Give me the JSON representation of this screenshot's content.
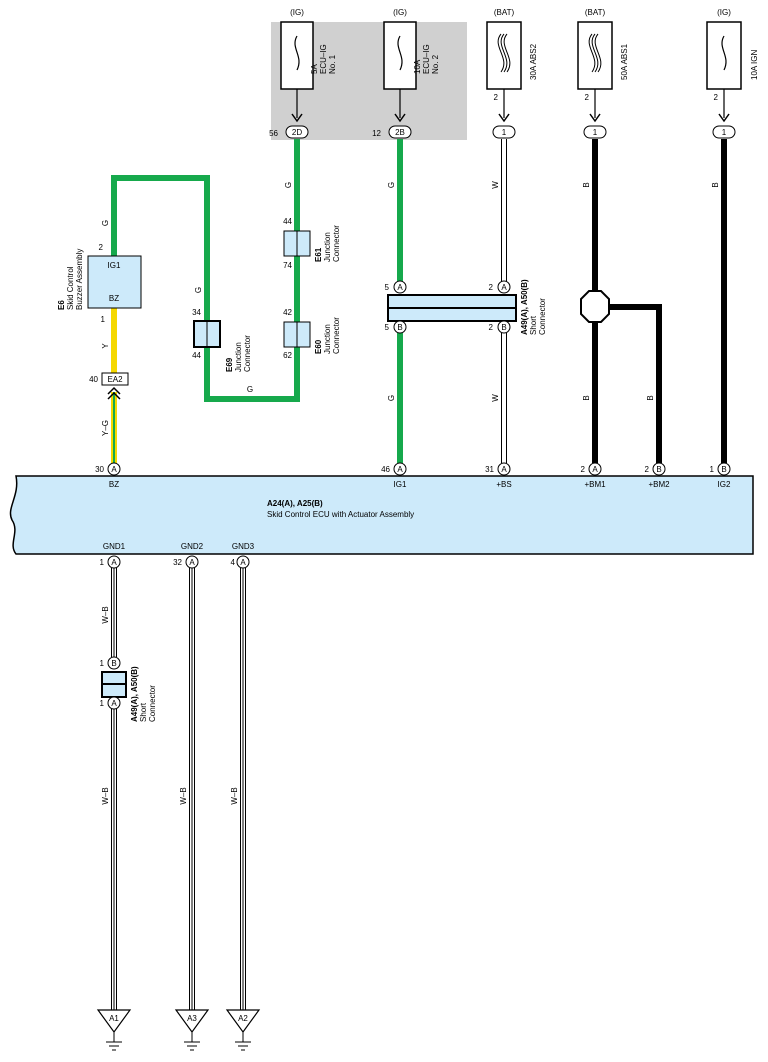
{
  "fuses": [
    {
      "source": "(IG)",
      "rating": "5A",
      "name1": "ECU–IG",
      "name2": "No. 1",
      "terminal": "56",
      "connector": "2D"
    },
    {
      "source": "(IG)",
      "rating": "10A",
      "name1": "ECU–IG",
      "name2": "No. 2",
      "terminal": "12",
      "connector": "2B"
    },
    {
      "source": "(BAT)",
      "rating": "30A ABS2",
      "pin": "2",
      "terminal": "1"
    },
    {
      "source": "(BAT)",
      "rating": "50A ABS1",
      "pin": "2",
      "terminal": "1"
    },
    {
      "source": "(IG)",
      "rating": "10A IGN",
      "pin": "2",
      "terminal": "1"
    }
  ],
  "wire_colors": {
    "g": "G",
    "w": "W",
    "b": "B",
    "y": "Y",
    "yg": "Y–G",
    "wb": "W–B"
  },
  "buzzer": {
    "code": "E6",
    "name1": "Skid Control",
    "name2": "Buzzer Assembly",
    "pin_top_label": "IG1",
    "pin_bottom_label": "BZ",
    "pin_top": "2",
    "pin_bottom": "1"
  },
  "ea2": {
    "pin": "40",
    "name": "EA2"
  },
  "junctions": [
    {
      "code": "E69",
      "name1": "Junction",
      "name2": "Connector",
      "pin_top": "34",
      "pin_bottom": "44"
    },
    {
      "code": "E61",
      "name1": "Junction",
      "name2": "Connector",
      "pin_top": "44",
      "pin_bottom": "74"
    },
    {
      "code": "E60",
      "name1": "Junction",
      "name2": "Connector",
      "pin_top": "42",
      "pin_bottom": "62"
    }
  ],
  "short_top": {
    "code": "A49(A), A50(B)",
    "name1": "Short",
    "name2": "Connector",
    "left_top_pin": "5",
    "left_top_letter": "A",
    "left_bottom_pin": "5",
    "left_bottom_letter": "B",
    "right_top_pin": "2",
    "right_top_letter": "A",
    "right_bottom_pin": "2",
    "right_bottom_letter": "B"
  },
  "short_bottom": {
    "code": "A49(A), A50(B)",
    "name1": "Short",
    "name2": "Connector",
    "top_pin": "1",
    "top_letter": "B",
    "bottom_pin": "1",
    "bottom_letter": "A"
  },
  "ecu": {
    "code": "A24(A), A25(B)",
    "name": "Skid Control ECU with Actuator Assembly",
    "top_pins": [
      {
        "num": "30",
        "letter": "A",
        "label": "BZ"
      },
      {
        "num": "46",
        "letter": "A",
        "label": "IG1"
      },
      {
        "num": "31",
        "letter": "A",
        "label": "+BS"
      },
      {
        "num": "2",
        "letter": "A",
        "label": "+BM1"
      },
      {
        "num": "2",
        "letter": "B",
        "label": "+BM2"
      },
      {
        "num": "1",
        "letter": "B",
        "label": "IG2"
      }
    ],
    "bottom_pins": [
      {
        "num": "1",
        "letter": "A",
        "label": "GND1"
      },
      {
        "num": "32",
        "letter": "A",
        "label": "GND2"
      },
      {
        "num": "4",
        "letter": "A",
        "label": "GND3"
      }
    ]
  },
  "grounds": [
    "A1",
    "A3",
    "A2"
  ]
}
